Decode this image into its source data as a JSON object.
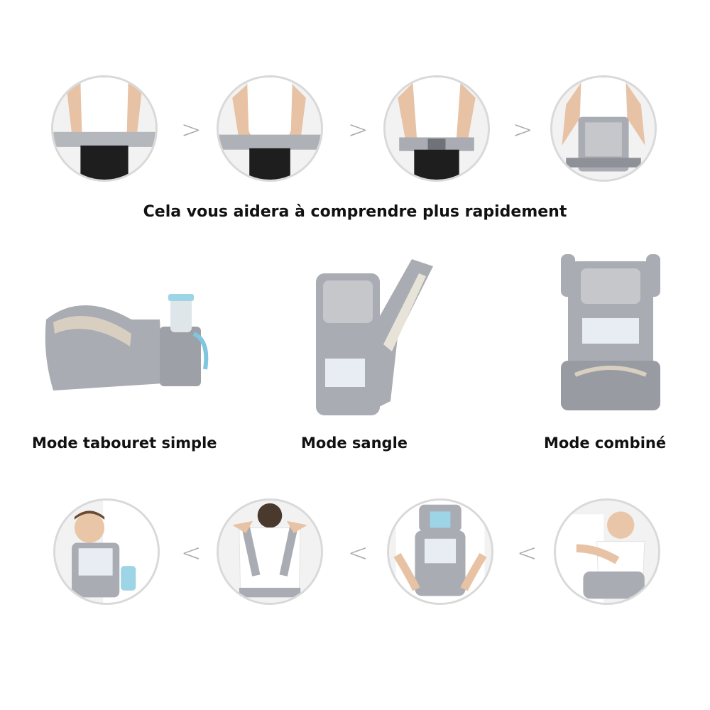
{
  "top_steps": {
    "arrow_glyph": ">",
    "steps": [
      {
        "icon": "step-1-belt-hold-photo"
      },
      {
        "icon": "step-2-belt-fasten-photo"
      },
      {
        "icon": "step-3-buckle-photo"
      },
      {
        "icon": "step-4-seat-open-photo"
      }
    ]
  },
  "headline": "Cela vous aidera à comprendre plus rapidement",
  "modes": [
    {
      "label": "Mode tabouret simple",
      "icon": "hip-seat-product-image"
    },
    {
      "label": "Mode sangle",
      "icon": "strap-carrier-product-image"
    },
    {
      "label": "Mode combiné",
      "icon": "combined-carrier-product-image"
    }
  ],
  "bottom_steps": {
    "arrow_glyph": "<",
    "steps": [
      {
        "icon": "baby-worn-front-photo"
      },
      {
        "icon": "back-straps-crossed-photo"
      },
      {
        "icon": "baby-facing-in-photo"
      },
      {
        "icon": "baby-on-hip-seat-photo"
      }
    ]
  },
  "colors": {
    "fabric_gray": "#a9acb2",
    "fabric_light": "#d0d2d6",
    "circle_border": "#d9d9d9",
    "arrow": "#a6a6a6",
    "text": "#111111"
  }
}
